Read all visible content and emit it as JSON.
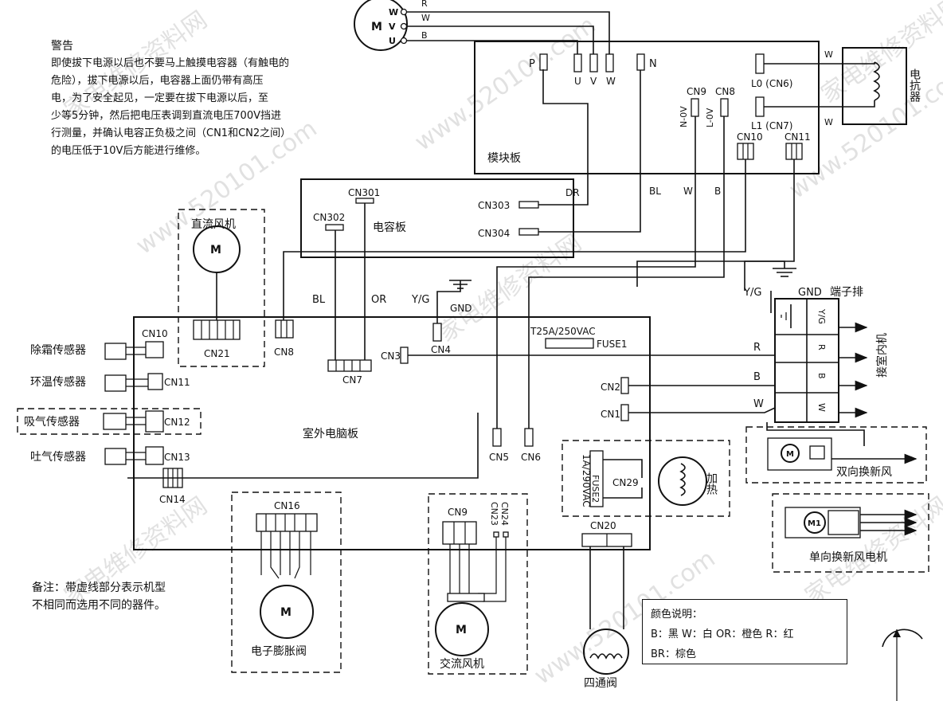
{
  "warning": {
    "title": "警告",
    "lines": [
      "即使拔下电源以后也不要马上触摸电容器（有触电的",
      "危险），拔下电源以后，电容器上面仍带有高压",
      "电，为了安全起见，一定要在拔下电源以后，至",
      "少等5分钟，然后把电压表调到直流电压700V挡进",
      "行测量，并确认电容正负极之间（CN1和CN2之间）",
      "的电压低于10V后方能进行维修。"
    ]
  },
  "compressor": {
    "motor": "M",
    "terminals": [
      "W",
      "V",
      "U"
    ],
    "wires": [
      "R",
      "W",
      "B"
    ]
  },
  "module_board": {
    "name": "模块板",
    "terminals": [
      "P",
      "U",
      "V",
      "W",
      "N"
    ],
    "cn9": "CN9",
    "cn8": "CN8",
    "n_0v": "N-0V",
    "l_0v": "L-0V",
    "l0": "L0 (CN6)",
    "l1": "L1 (CN7)",
    "cn10": "CN10",
    "cn11": "CN11"
  },
  "reactor": {
    "name": "电抗器",
    "wire_top": "W",
    "wire_bottom": "W"
  },
  "capacitor_board": {
    "name": "电容板",
    "cn301": "CN301",
    "cn302": "CN302",
    "cn303": "CN303",
    "cn304": "CN304"
  },
  "wire_labels": {
    "dr": "DR",
    "bl_top": "BL",
    "w_top": "W",
    "b_top": "B",
    "bl": "BL",
    "or": "OR",
    "yg": "Y/G",
    "gnd": "GND",
    "r": "R",
    "b": "B",
    "w": "W"
  },
  "dc_fan": {
    "name": "直流风机",
    "motor": "M",
    "connector": "CN21"
  },
  "outdoor_board": {
    "name": "室外电脑板",
    "connectors": {
      "cn10": "CN10",
      "cn11": "CN11",
      "cn12": "CN12",
      "cn13": "CN13",
      "cn14": "CN14",
      "cn8": "CN8",
      "cn7": "CN7",
      "cn3": "CN3",
      "cn4": "CN4",
      "cn2": "CN2",
      "cn1": "CN1",
      "cn5": "CN5",
      "cn6": "CN6"
    },
    "fuse1": {
      "rating": "T25A/250VAC",
      "label": "FUSE1"
    }
  },
  "sensors": [
    "除霜传感器",
    "环温传感器",
    "吸气传感器",
    "吐气传感器"
  ],
  "terminal_block": {
    "name": "端子排",
    "yg": "Y/G",
    "gnd": "GND",
    "rows": [
      "Y/G",
      "R",
      "B",
      "W"
    ],
    "indoor": "接室内机"
  },
  "heater_block": {
    "fuse2_rating": "1A/290VAC",
    "fuse2": "FUSE2",
    "cn29": "CN29",
    "heater": "加热",
    "cn20": "CN20"
  },
  "fresh_air_2way": {
    "name": "双向换新风",
    "motor": "M"
  },
  "fresh_air_1way": {
    "name": "单向换新风电机",
    "motor": "M1"
  },
  "expansion_valve": {
    "name": "电子膨胀阀",
    "motor": "M",
    "connector": "CN16"
  },
  "ac_fan": {
    "name": "交流风机",
    "motor": "M",
    "cn9": "CN9",
    "cn23": "CN23",
    "cn24": "CN24"
  },
  "four_way_valve": {
    "name": "四通阀"
  },
  "remark": {
    "line1": "备注：带虚线部分表示机型",
    "line2": "不相同而选用不同的器件。"
  },
  "color_legend": {
    "title": "颜色说明：",
    "line1": "B：黑 W：白 OR：橙色 R：红",
    "line2": "BR：棕色"
  },
  "watermarks": [
    "家电维修资料网",
    "www.520101.com"
  ]
}
